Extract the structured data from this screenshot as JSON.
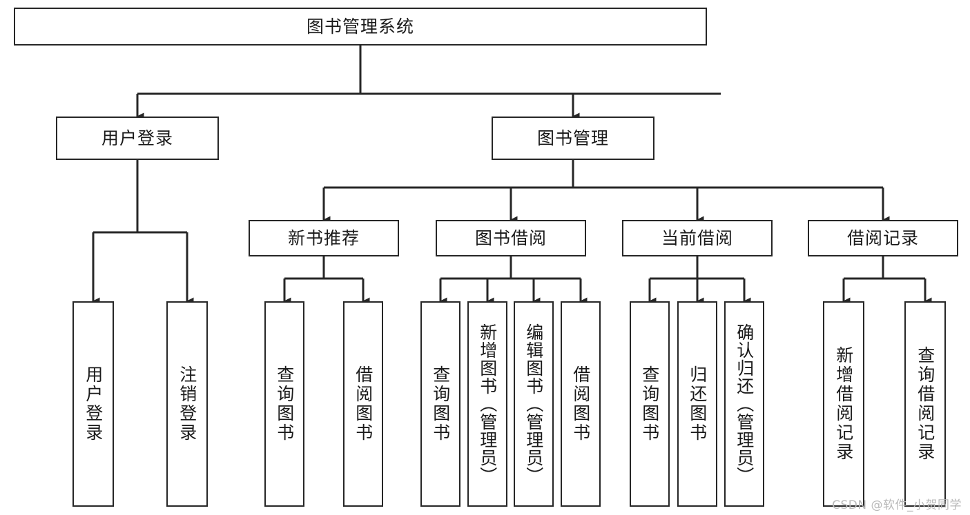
{
  "diagram": {
    "type": "tree-hierarchy",
    "title": "图书管理系统",
    "watermark": "CSDN @软件_小贺同学",
    "colors": {
      "border": "#262626",
      "background": "#ffffff",
      "text": "#1a1a1a",
      "connector": "#262626",
      "watermark": "#b8b8b8"
    },
    "root": {
      "label": "图书管理系统"
    },
    "level2": [
      {
        "id": "user-login",
        "label": "用户登录"
      },
      {
        "id": "book-manage",
        "label": "图书管理"
      }
    ],
    "level3": [
      {
        "id": "new-book-recommend",
        "label": "新书推荐",
        "parent": "book-manage"
      },
      {
        "id": "book-borrow",
        "label": "图书借阅",
        "parent": "book-manage"
      },
      {
        "id": "current-borrow",
        "label": "当前借阅",
        "parent": "book-manage"
      },
      {
        "id": "borrow-record",
        "label": "借阅记录",
        "parent": "book-manage"
      }
    ],
    "leaves": [
      {
        "id": "leaf-user-login",
        "label": "用户登录",
        "parent": "user-login"
      },
      {
        "id": "leaf-logout",
        "label": "注销登录",
        "parent": "user-login"
      },
      {
        "id": "leaf-query-book-1",
        "label": "查询图书",
        "parent": "new-book-recommend"
      },
      {
        "id": "leaf-borrow-book-1",
        "label": "借阅图书",
        "parent": "new-book-recommend"
      },
      {
        "id": "leaf-query-book-2",
        "label": "查询图书",
        "parent": "book-borrow"
      },
      {
        "id": "leaf-add-book",
        "label": "新增图书（管理员）",
        "parent": "book-borrow"
      },
      {
        "id": "leaf-edit-book",
        "label": "编辑图书（管理员）",
        "parent": "book-borrow"
      },
      {
        "id": "leaf-borrow-book-2",
        "label": "借阅图书",
        "parent": "book-borrow"
      },
      {
        "id": "leaf-query-book-3",
        "label": "查询图书",
        "parent": "current-borrow"
      },
      {
        "id": "leaf-return-book",
        "label": "归还图书",
        "parent": "current-borrow"
      },
      {
        "id": "leaf-confirm-return",
        "label": "确认归还（管理员）",
        "parent": "current-borrow"
      },
      {
        "id": "leaf-add-record",
        "label": "新增借阅记录",
        "parent": "borrow-record"
      },
      {
        "id": "leaf-query-record",
        "label": "查询借阅记录",
        "parent": "borrow-record"
      }
    ]
  }
}
